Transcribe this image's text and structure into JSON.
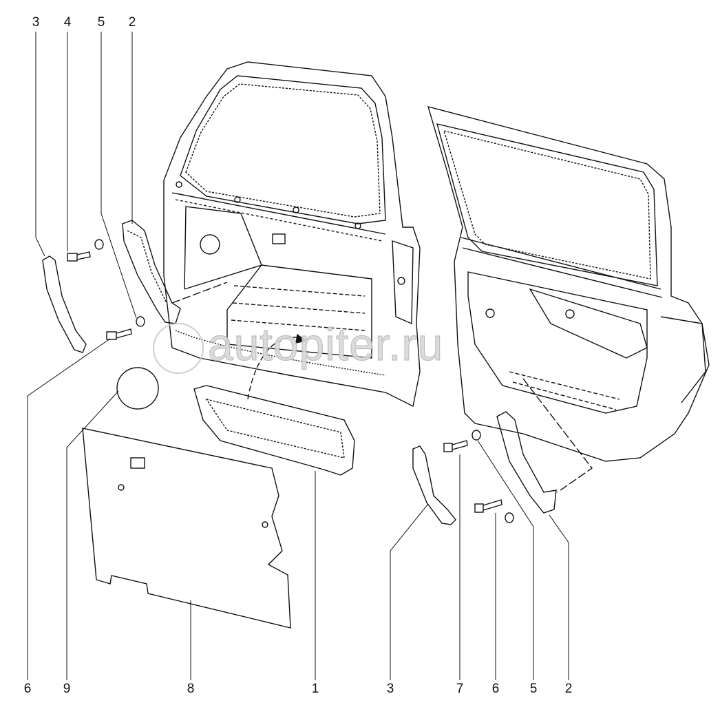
{
  "diagram": {
    "top_callouts": [
      "3",
      "4",
      "5",
      "2"
    ],
    "bottom_callouts": [
      "6",
      "9",
      "8",
      "1",
      "3",
      "7",
      "6",
      "5",
      "2"
    ]
  },
  "watermark": {
    "text": "autopiter.ru"
  },
  "colors": {
    "line": "#111111",
    "watermark": "#c8c8c8"
  }
}
